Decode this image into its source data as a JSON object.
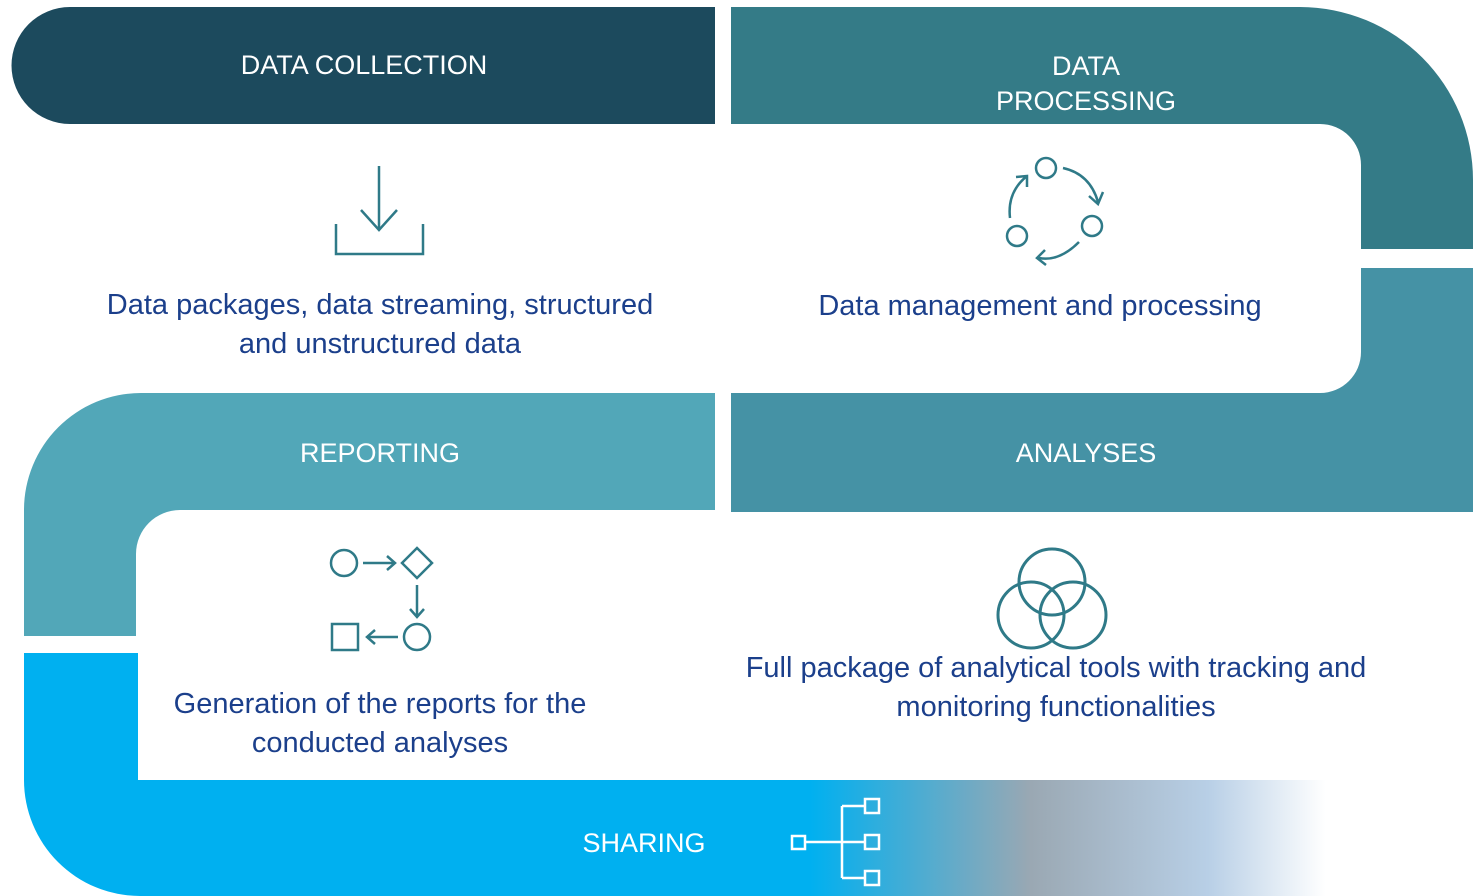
{
  "colors": {
    "collection": "#1c4a5d",
    "processing": "#347b87",
    "analyses": "#4592a5",
    "reporting": "#52a7b8",
    "sharing": "#00b0f0",
    "icon_stroke": "#2f7a88",
    "description_text": "#1b3f8b"
  },
  "stages": {
    "collection": {
      "title": "DATA COLLECTION",
      "description_line1": "Data packages, data streaming, structured",
      "description_line2": "and unstructured data",
      "icon": "download-icon"
    },
    "processing": {
      "title_line1": "DATA",
      "title_line2": "PROCESSING",
      "description": "Data management and processing",
      "icon": "cycle-icon"
    },
    "reporting": {
      "title": "REPORTING",
      "description_line1": "Generation of the reports for the",
      "description_line2": "conducted analyses",
      "icon": "workflow-icon"
    },
    "analyses": {
      "title": "ANALYSES",
      "description_line1": "Full package of analytical tools with tracking and",
      "description_line2": "monitoring functionalities",
      "icon": "venn-icon"
    },
    "sharing": {
      "title": "SHARING",
      "icon": "hierarchy-icon"
    }
  }
}
